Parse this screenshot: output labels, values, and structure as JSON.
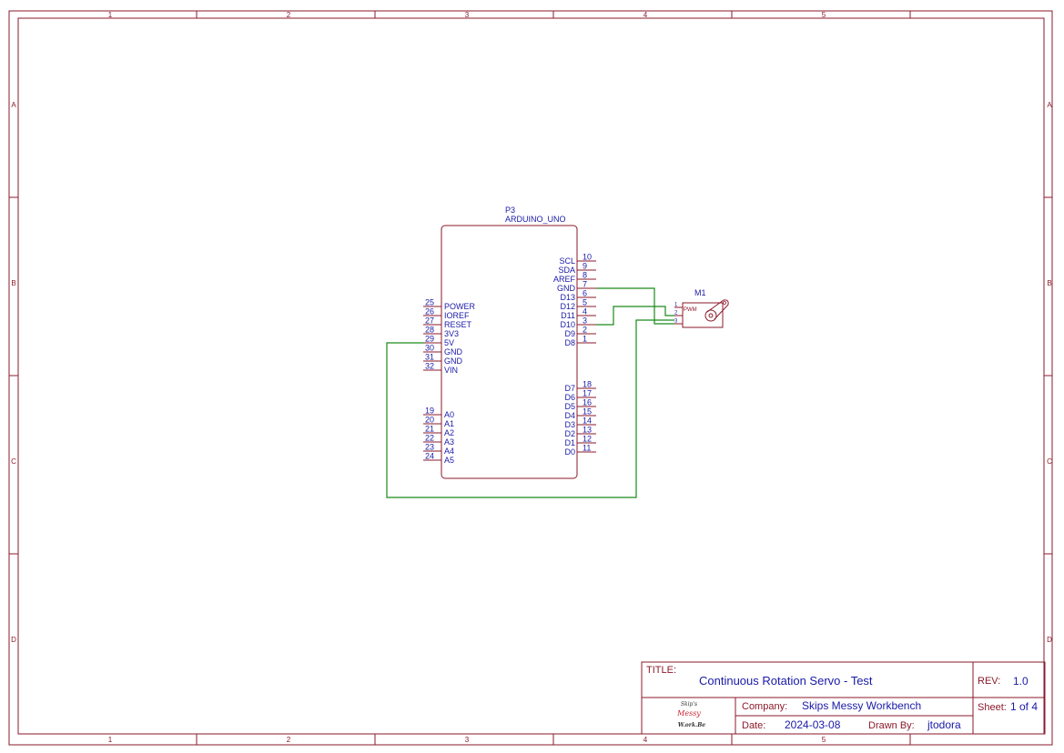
{
  "frame": {
    "col_labels": [
      "1",
      "2",
      "3",
      "4",
      "5"
    ],
    "row_labels": [
      "A",
      "B",
      "C",
      "D"
    ]
  },
  "arduino": {
    "ref": "P3",
    "value": "ARDUINO_UNO",
    "left_pins": [
      {
        "num": "25",
        "name": "POWER"
      },
      {
        "num": "26",
        "name": "IOREF"
      },
      {
        "num": "27",
        "name": "RESET"
      },
      {
        "num": "28",
        "name": "3V3"
      },
      {
        "num": "29",
        "name": "5V"
      },
      {
        "num": "30",
        "name": "GND"
      },
      {
        "num": "31",
        "name": "GND"
      },
      {
        "num": "32",
        "name": "VIN"
      },
      {
        "num": "19",
        "name": "A0"
      },
      {
        "num": "20",
        "name": "A1"
      },
      {
        "num": "21",
        "name": "A2"
      },
      {
        "num": "22",
        "name": "A3"
      },
      {
        "num": "23",
        "name": "A4"
      },
      {
        "num": "24",
        "name": "A5"
      }
    ],
    "right_pins": [
      {
        "num": "10",
        "name": "SCL"
      },
      {
        "num": "9",
        "name": "SDA"
      },
      {
        "num": "8",
        "name": "AREF"
      },
      {
        "num": "7",
        "name": "GND"
      },
      {
        "num": "6",
        "name": "D13"
      },
      {
        "num": "5",
        "name": "D12"
      },
      {
        "num": "4",
        "name": "D11"
      },
      {
        "num": "3",
        "name": "D10"
      },
      {
        "num": "2",
        "name": "D9"
      },
      {
        "num": "1",
        "name": "D8"
      },
      {
        "num": "18",
        "name": "D7"
      },
      {
        "num": "17",
        "name": "D6"
      },
      {
        "num": "16",
        "name": "D5"
      },
      {
        "num": "15",
        "name": "D4"
      },
      {
        "num": "14",
        "name": "D3"
      },
      {
        "num": "13",
        "name": "D2"
      },
      {
        "num": "12",
        "name": "D1"
      },
      {
        "num": "11",
        "name": "D0"
      }
    ]
  },
  "servo": {
    "ref": "M1",
    "pin_label": "PWM",
    "pins": [
      "1",
      "2",
      "3"
    ]
  },
  "title_block": {
    "title_label": "TITLE:",
    "title": "Continuous Rotation Servo - Test",
    "rev_label": "REV:",
    "rev": "1.0",
    "company_label": "Company:",
    "company": "Skips Messy Workbench",
    "sheet_label": "Sheet:",
    "sheet": "1 of 4",
    "date_label": "Date:",
    "date": "2024-03-08",
    "drawn_label": "Drawn By:",
    "drawn_by": "jtodora",
    "logo_text": "Skip's Messy Workbench"
  },
  "colors": {
    "frame": "#8b1a2b",
    "text": "#1a1aa8",
    "wire": "#1a8a1a"
  }
}
